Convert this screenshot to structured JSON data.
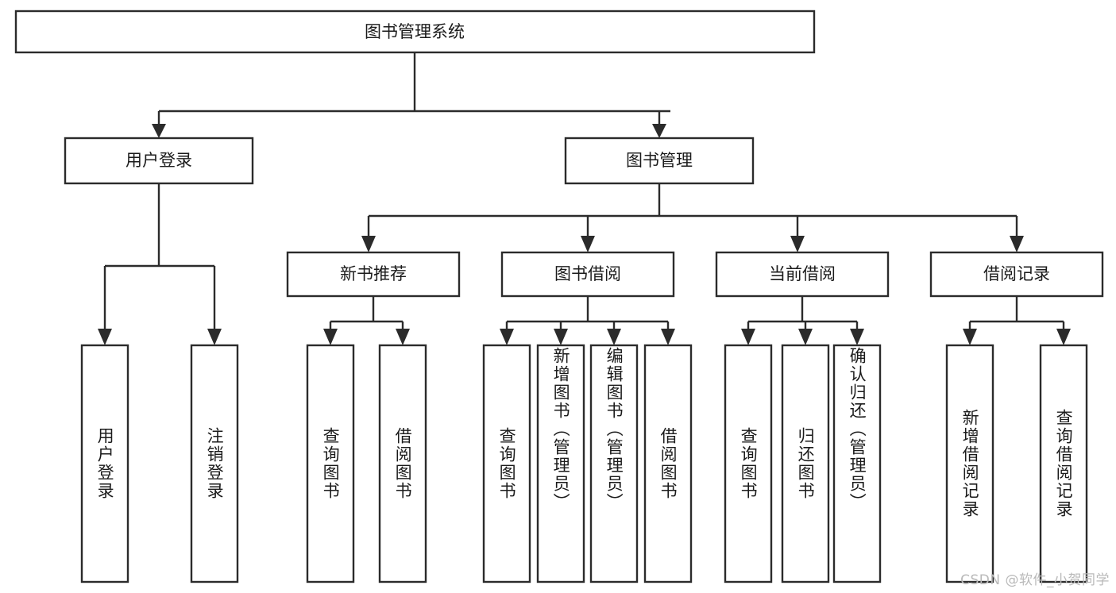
{
  "diagram": {
    "type": "tree",
    "title": "图书管理系统",
    "orientation": "top-down",
    "colors": {
      "box_stroke": "#2b2b2b",
      "box_fill": "#ffffff",
      "connector": "#2b2b2b",
      "text": "#1b1b1b",
      "background": "#ffffff",
      "watermark": "#b9b9b9"
    },
    "root": {
      "label": "图书管理系统"
    },
    "level2": [
      {
        "label": "用户登录"
      },
      {
        "label": "图书管理"
      }
    ],
    "level3": [
      {
        "label": "新书推荐"
      },
      {
        "label": "图书借阅"
      },
      {
        "label": "当前借阅"
      },
      {
        "label": "借阅记录"
      }
    ],
    "leaves": {
      "user_login": [
        {
          "label": "用户登录"
        },
        {
          "label": "注销登录"
        }
      ],
      "new_book_recommend": [
        {
          "label": "查询图书"
        },
        {
          "label": "借阅图书"
        }
      ],
      "book_borrow": [
        {
          "label": "查询图书"
        },
        {
          "label": "新增图书（管理员）"
        },
        {
          "label": "编辑图书（管理员）"
        },
        {
          "label": "借阅图书"
        }
      ],
      "current_borrow": [
        {
          "label": "查询图书"
        },
        {
          "label": "归还图书"
        },
        {
          "label": "确认归还（管理员）"
        }
      ],
      "borrow_record": [
        {
          "label": "新增借阅记录"
        },
        {
          "label": "查询借阅记录"
        }
      ]
    }
  },
  "watermark": {
    "text": "CSDN @软件_小贺同学"
  }
}
